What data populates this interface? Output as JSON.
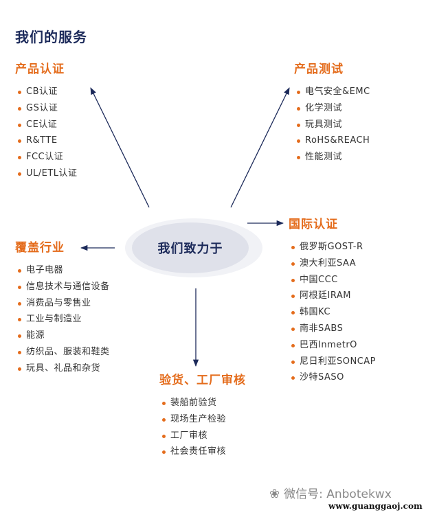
{
  "title": "我们的服务",
  "center": "我们致力于",
  "sections": {
    "product_cert": {
      "title": "产品认证",
      "items": [
        "CB认证",
        "GS认证",
        "CE认证",
        "R&TTE",
        "FCC认证",
        "UL/ETL认证"
      ]
    },
    "product_test": {
      "title": "产品测试",
      "items": [
        "电气安全&EMC",
        "化学测试",
        "玩具测试",
        "RoHS&REACH",
        "性能测试"
      ]
    },
    "intl_cert": {
      "title": "国际认证",
      "items": [
        "俄罗斯GOST-R",
        "澳大利亚SAA",
        "中国CCC",
        "阿根廷IRAM",
        "韩国KC",
        "南非SABS",
        "巴西InmetrO",
        "尼日利亚SONCAP",
        "沙特SASO"
      ]
    },
    "industries": {
      "title": "覆盖行业",
      "items": [
        "电子电器",
        "信息技术与通信设备",
        "消费品与零售业",
        "工业与制造业",
        "能源",
        "纺织品、服装和鞋类",
        "玩具、礼品和杂货"
      ]
    },
    "inspection": {
      "title": "验货、工厂审核",
      "items": [
        "装船前验货",
        "现场生产检验",
        "工厂审核",
        "社会责任审核"
      ]
    }
  },
  "colors": {
    "accent": "#e46c1c",
    "navy": "#1c2a5a",
    "arrow": "#1c2a5a"
  },
  "watermark": {
    "icon": "wechat-icon",
    "text": "微信号: Anbotekwx"
  },
  "site": "www.guanggaoj.com"
}
